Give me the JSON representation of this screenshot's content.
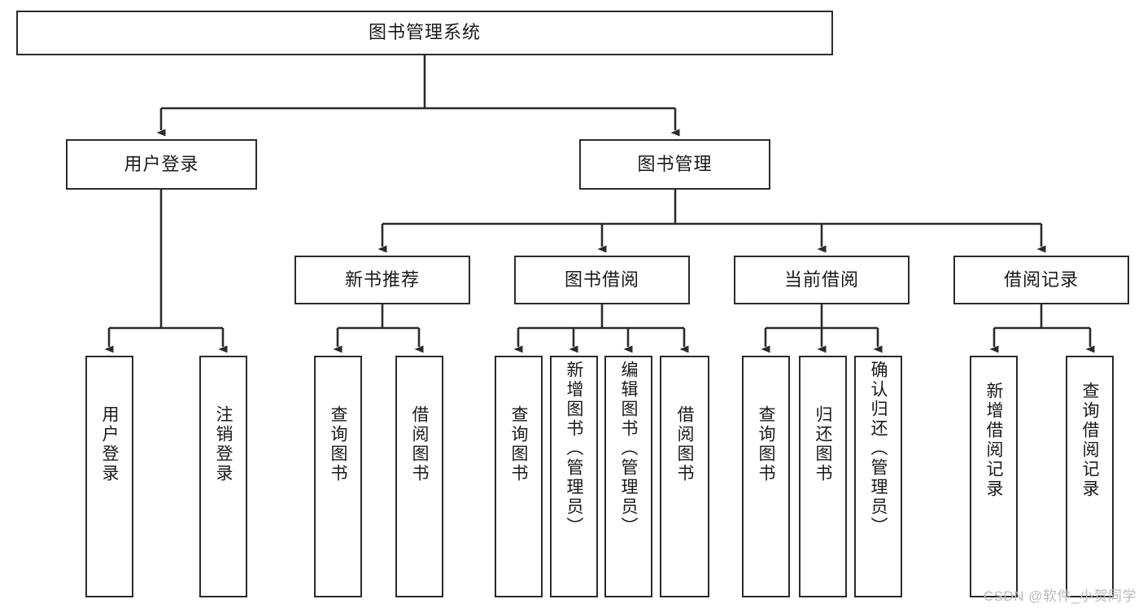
{
  "diagram": {
    "title": "图书管理系统",
    "type": "hierarchy-tree",
    "colors": {
      "box_border": "#2b2b2b",
      "box_fill": "#ffffff",
      "connector": "#2b2b2b",
      "background": "#ffffff",
      "watermark": "#b9b9b9"
    },
    "levels": {
      "root": {
        "label": "图书管理系统"
      },
      "level2": [
        {
          "id": "user-login",
          "label": "用户登录"
        },
        {
          "id": "book-manage",
          "label": "图书管理"
        }
      ],
      "level3": [
        {
          "id": "new-book-rec",
          "label": "新书推荐"
        },
        {
          "id": "book-borrow",
          "label": "图书借阅"
        },
        {
          "id": "current-borrow",
          "label": "当前借阅"
        },
        {
          "id": "borrow-record",
          "label": "借阅记录"
        }
      ],
      "leaves": {
        "user_login": [
          {
            "id": "leaf-user-login",
            "label": "用户登录"
          },
          {
            "id": "leaf-logout-login",
            "label": "注销登录"
          }
        ],
        "new_book_rec": [
          {
            "id": "leaf-query-book-1",
            "label": "查询图书"
          },
          {
            "id": "leaf-borrow-book-1",
            "label": "借阅图书"
          }
        ],
        "book_borrow": [
          {
            "id": "leaf-query-book-2",
            "label": "查询图书"
          },
          {
            "id": "leaf-add-book",
            "label": "新增图书（管理员）"
          },
          {
            "id": "leaf-edit-book",
            "label": "编辑图书（管理员）"
          },
          {
            "id": "leaf-borrow-book-2",
            "label": "借阅图书"
          }
        ],
        "current_borrow": [
          {
            "id": "leaf-query-book-3",
            "label": "查询图书"
          },
          {
            "id": "leaf-return-book",
            "label": "归还图书"
          },
          {
            "id": "leaf-confirm-return",
            "label": "确认归还（管理员）"
          }
        ],
        "borrow_record": [
          {
            "id": "leaf-add-record",
            "label": "新增借阅记录"
          },
          {
            "id": "leaf-query-record",
            "label": "查询借阅记录"
          }
        ]
      }
    }
  },
  "watermark": {
    "text": "CSDN @软件_小贺同学"
  }
}
